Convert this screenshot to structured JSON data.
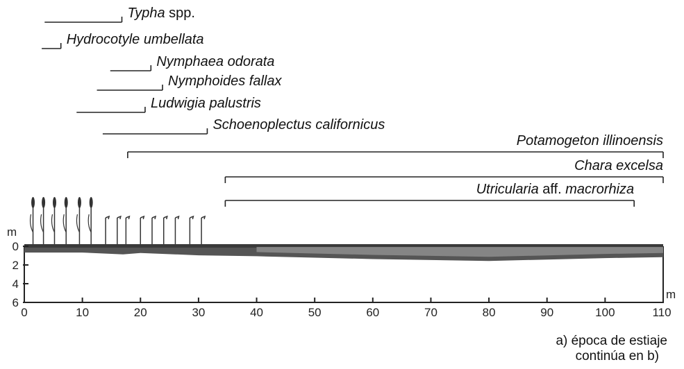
{
  "chart_data": {
    "type": "range-profile",
    "x_range": [
      0,
      110
    ],
    "x_ticks": [
      0,
      10,
      20,
      30,
      40,
      50,
      60,
      70,
      80,
      90,
      100,
      110
    ],
    "x_unit": "m",
    "y_range": [
      0,
      6
    ],
    "y_ticks": [
      0,
      2,
      4,
      6
    ],
    "y_unit": "m",
    "species": [
      {
        "name_italic": "Typha",
        "name_plain": " spp.",
        "start": 3.5,
        "end": 16.8,
        "label_side": "right"
      },
      {
        "name_italic": "Hydrocotyle umbellata",
        "name_plain": "",
        "start": 3.0,
        "end": 6.3,
        "label_side": "right"
      },
      {
        "name_italic": "Nymphaea odorata",
        "name_plain": "",
        "start": 14.8,
        "end": 21.8,
        "label_side": "right"
      },
      {
        "name_italic": "Nymphoides fallax",
        "name_plain": "",
        "start": 12.5,
        "end": 23.8,
        "label_side": "right"
      },
      {
        "name_italic": "Ludwigia palustris",
        "name_plain": "",
        "start": 9.0,
        "end": 20.8,
        "label_side": "right"
      },
      {
        "name_italic": "Schoenoplectus californicus",
        "name_plain": "",
        "start": 13.5,
        "end": 31.5,
        "label_side": "right"
      },
      {
        "name_italic": "Potamogeton illinoensis",
        "name_plain": "",
        "start": 17.8,
        "end": 110.0,
        "label_side": "above"
      },
      {
        "name_italic": "Chara excelsa",
        "name_plain": "",
        "start": 34.6,
        "end": 110.0,
        "label_side": "above"
      },
      {
        "name_italic": "Utricularia",
        "name_plain": " aff. ",
        "name_italic2": "macrorhiza",
        "start": 34.6,
        "end": 105.0,
        "label_side": "above"
      }
    ],
    "bottom_depth_profile": [
      {
        "x": 0,
        "d": 0.3
      },
      {
        "x": 10,
        "d": 0.3
      },
      {
        "x": 17,
        "d": 0.5
      },
      {
        "x": 20,
        "d": 0.35
      },
      {
        "x": 30,
        "d": 0.6
      },
      {
        "x": 40,
        "d": 0.7
      },
      {
        "x": 50,
        "d": 0.85
      },
      {
        "x": 60,
        "d": 1.0
      },
      {
        "x": 70,
        "d": 1.1
      },
      {
        "x": 80,
        "d": 1.2
      },
      {
        "x": 90,
        "d": 1.05
      },
      {
        "x": 100,
        "d": 0.9
      },
      {
        "x": 110,
        "d": 0.8
      }
    ]
  },
  "axis": {
    "y_unit_label": "m",
    "x_unit_label": "m"
  },
  "caption": {
    "line1": "a) época de estiaje",
    "line2": "continúa en b)"
  }
}
